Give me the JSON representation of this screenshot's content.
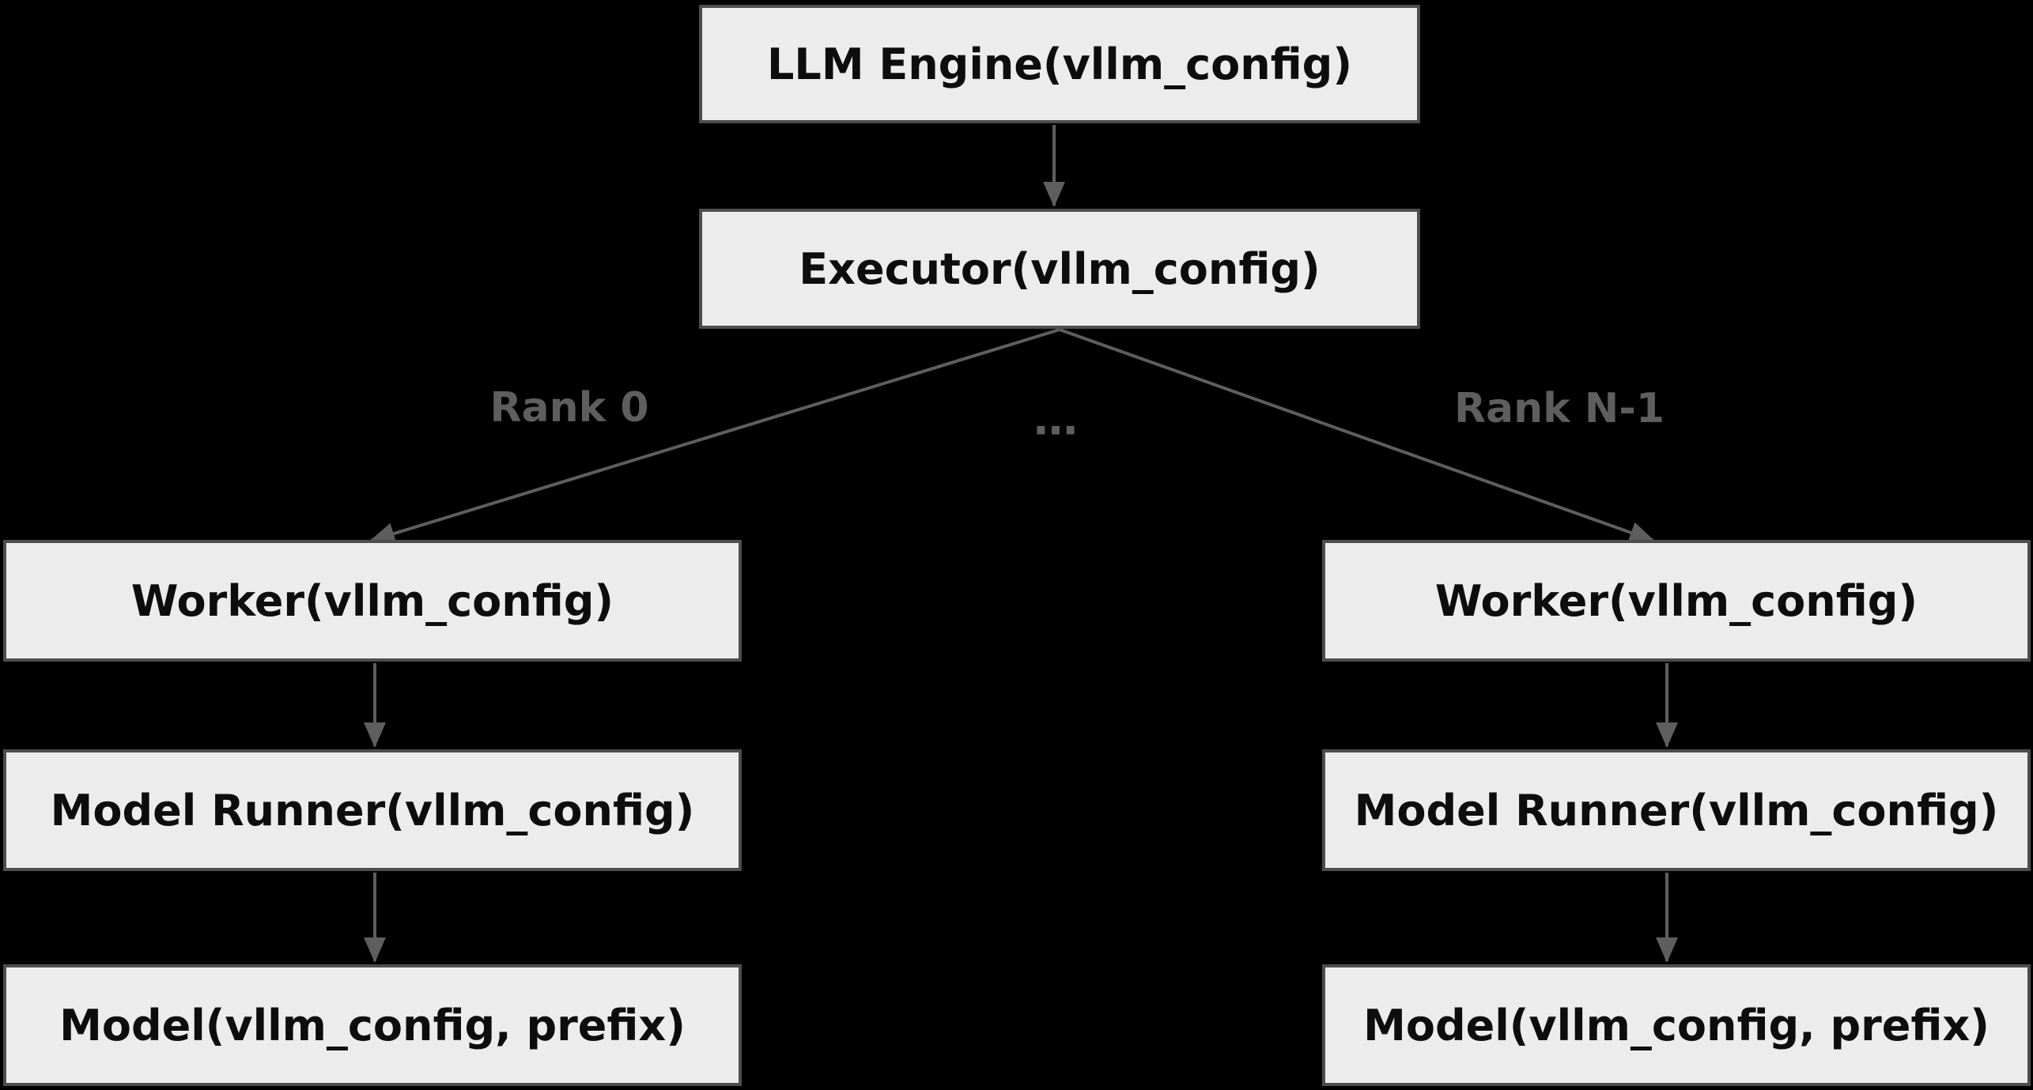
{
  "diagram": {
    "nodes": {
      "llm_engine": "LLM Engine(vllm_config)",
      "executor": "Executor(vllm_config)",
      "worker_left": "Worker(vllm_config)",
      "model_runner_left": "Model Runner(vllm_config)",
      "model_left": "Model(vllm_config, prefix)",
      "worker_right": "Worker(vllm_config)",
      "model_runner_right": "Model Runner(vllm_config)",
      "model_right": "Model(vllm_config, prefix)"
    },
    "edge_labels": {
      "rank_0": "Rank 0",
      "ellipsis": "…",
      "rank_n_minus_1": "Rank N-1"
    },
    "colors": {
      "background": "#000000",
      "node_fill": "#ececec",
      "node_border": "#4d4d4d",
      "node_text": "#0d0d0d",
      "edge": "#5e5e5e",
      "edge_label": "#5e5e5e"
    }
  }
}
